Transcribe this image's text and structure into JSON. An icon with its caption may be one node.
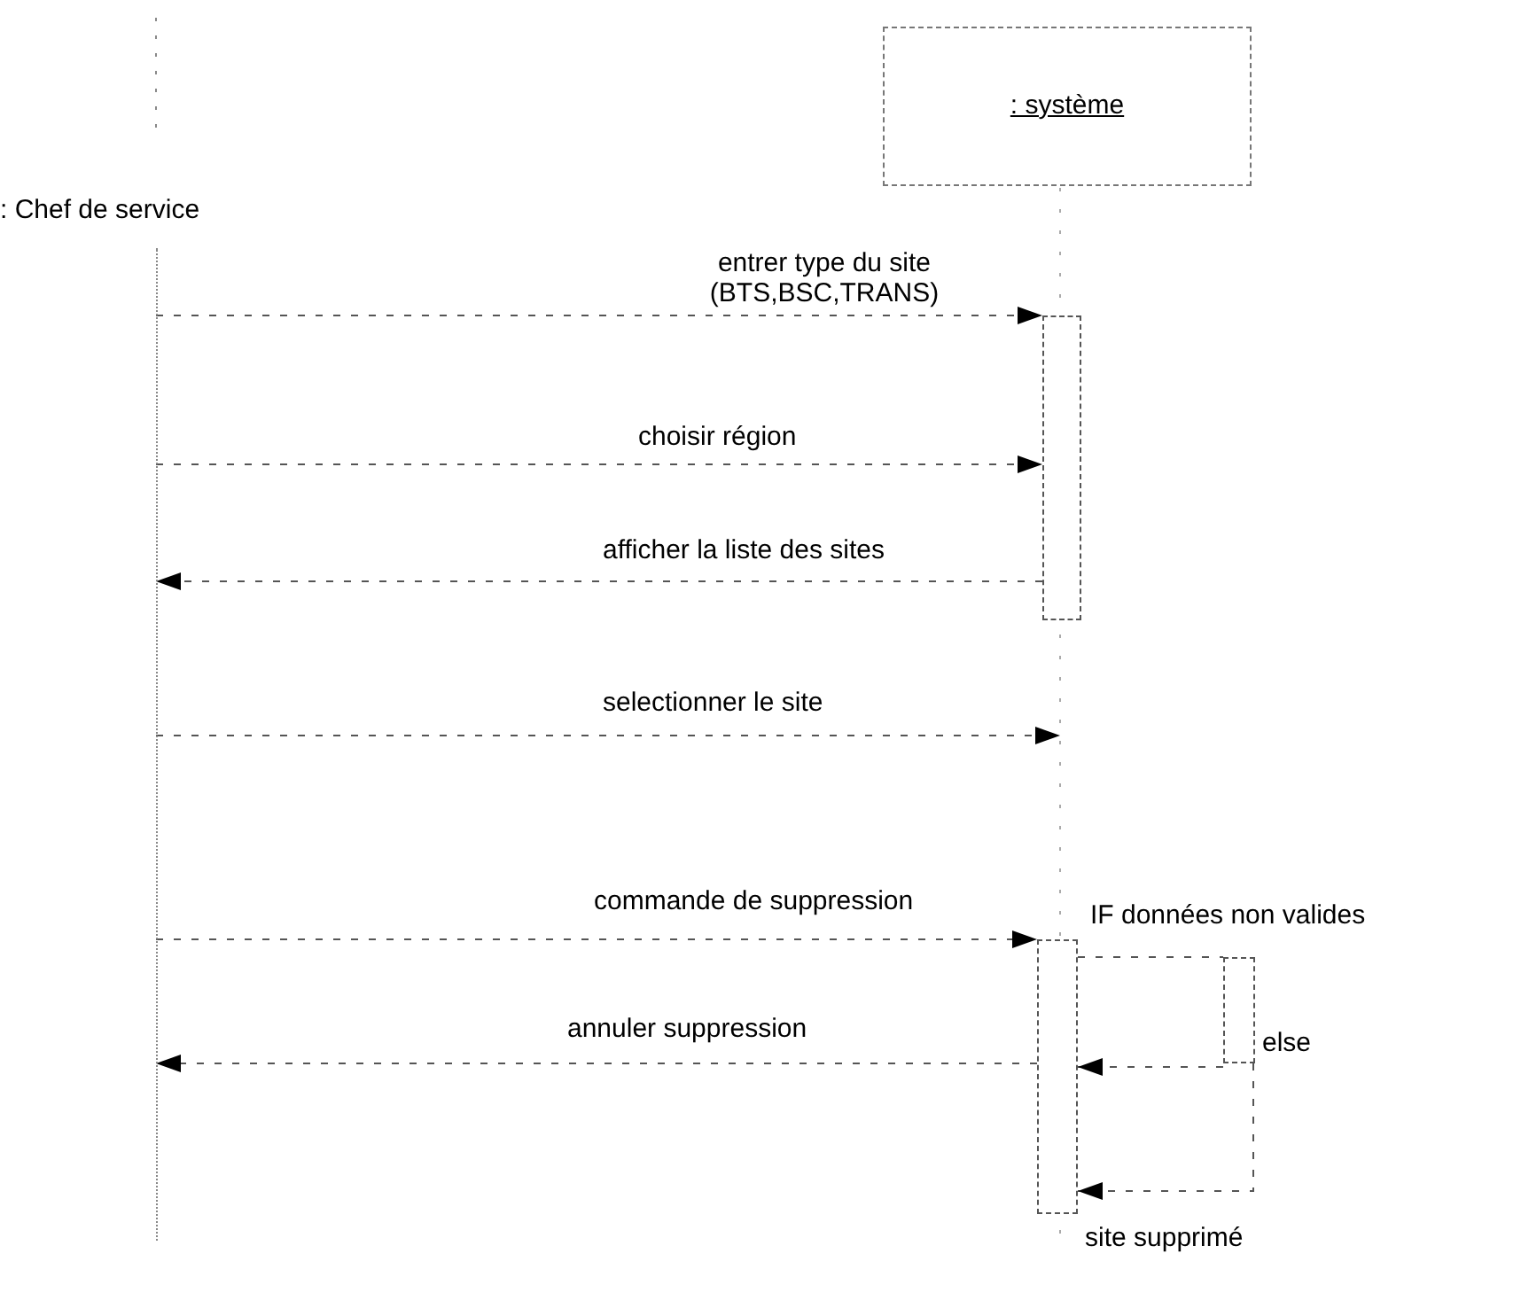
{
  "diagram": {
    "nodes": [
      {
        "text": [
          ": Chef de service"
        ]
      },
      {
        "text": [
          ": système"
        ]
      },
      {
        "text": [],
        "shape": "bar"
      },
      {
        "text": [],
        "shape": "bar"
      },
      {
        "text": [],
        "shape": "bar"
      }
    ],
    "edges": [
      {
        "from": 0,
        "to": 2,
        "label": "entrer type du site (BTS,BSC,TRANS)",
        "arrow": "to"
      },
      {
        "from": 0,
        "to": 2,
        "label": "choisir région",
        "arrow": "to"
      },
      {
        "from": 2,
        "to": 0,
        "label": "afficher la liste des sites",
        "arrow": "to"
      },
      {
        "from": 0,
        "to": null,
        "label": "selectionner le site",
        "arrow": "to"
      },
      {
        "from": 0,
        "to": 3,
        "label": "commande de suppression",
        "arrow": "to"
      },
      {
        "from": 3,
        "to": 0,
        "label": "annuler suppression",
        "arrow": "to"
      },
      {
        "from": 3,
        "to": 4,
        "label": "IF données non valides",
        "arrow": "none"
      },
      {
        "from": 4,
        "to": 3,
        "arrow": "to"
      },
      {
        "from": 4,
        "to": 3,
        "label": "site supprimé",
        "arrow": "to"
      }
    ],
    "labels": [
      "else"
    ]
  }
}
